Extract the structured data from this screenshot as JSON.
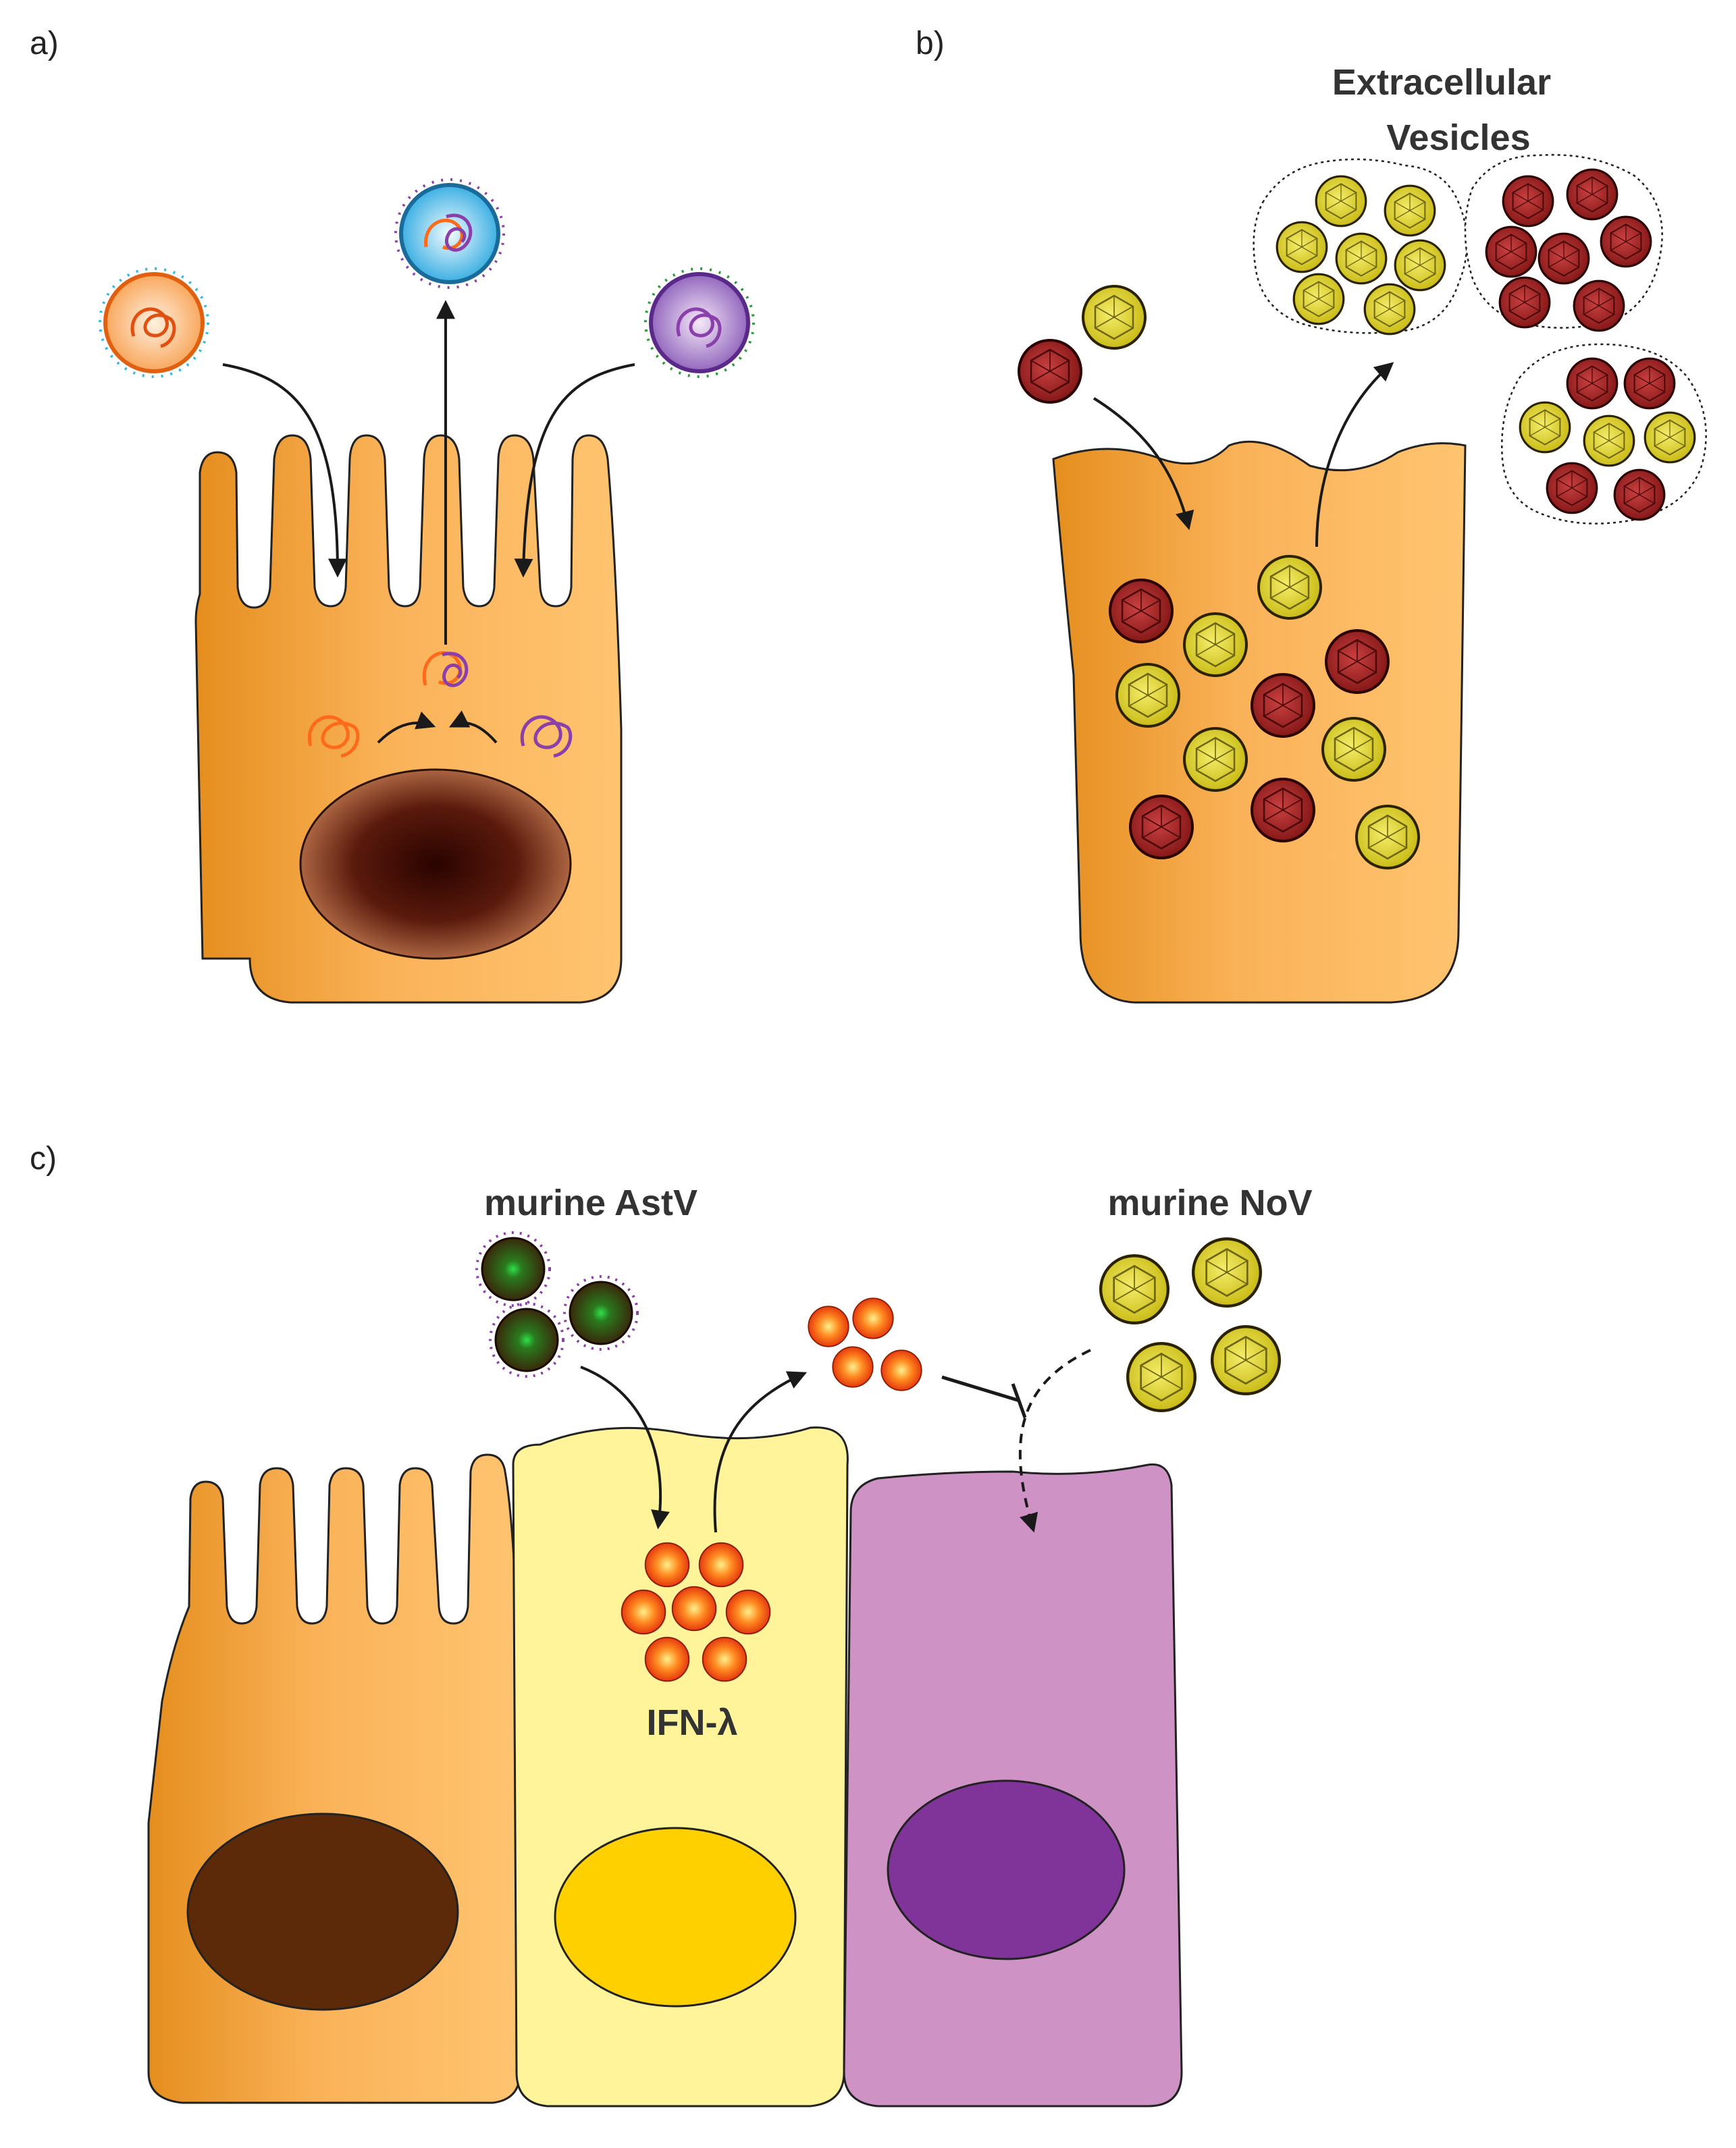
{
  "panels": {
    "a": {
      "label": "a)"
    },
    "b": {
      "label": "b)",
      "vesicles_label_line1": "Extracellular",
      "vesicles_label_line2": "Vesicles"
    },
    "c": {
      "label": "c)",
      "astv_label": "murine AstV",
      "nov_label": "murine NoV",
      "ifn_label": "IFN-λ"
    }
  },
  "colors": {
    "cell_orange_dark": "#E8901F",
    "cell_orange_light": "#FFC26E",
    "cell_yellow": "#FFF49A",
    "cell_purple": "#CF92C5",
    "nucleus_brown": "#5C2A08",
    "nucleus_yellow": "#FFD000",
    "nucleus_purple": "#803399",
    "virus_yellow": "#E8D820",
    "virus_red": "#A32020",
    "virus_astv": "#3A1E08",
    "ifn_red": "#E83010",
    "ifn_yellow": "#FFD23A",
    "rna_orange": "#FF6A1A",
    "rna_purple": "#8A3FAA",
    "spike_cyan": "#30B8E8",
    "spike_green": "#2A9A3A"
  }
}
